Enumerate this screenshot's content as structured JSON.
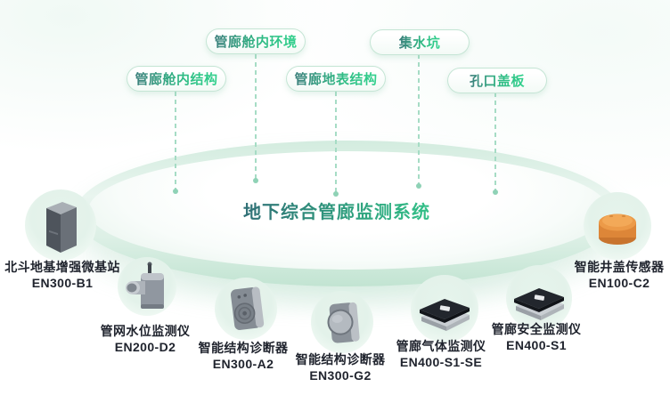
{
  "title": "地下综合管廊监测系统",
  "tags": [
    {
      "label": "管廊舱内环境"
    },
    {
      "label": "集水坑"
    },
    {
      "label": "管廊舱内结构"
    },
    {
      "label": "管廊地表结构"
    },
    {
      "label": "孔口盖板"
    }
  ],
  "devices": [
    {
      "name": "北斗地基增强微基站",
      "model": "EN300-B1",
      "icon": "beidou-base-station-icon"
    },
    {
      "name": "管网水位监测仪",
      "model": "EN200-D2",
      "icon": "water-level-monitor-icon"
    },
    {
      "name": "智能结构诊断器",
      "model": "EN300-A2",
      "icon": "structure-diagnoser-speaker-icon"
    },
    {
      "name": "智能结构诊断器",
      "model": "EN300-G2",
      "icon": "structure-diagnoser-disc-icon"
    },
    {
      "name": "管廊气体监测仪",
      "model": "EN400-S1-SE",
      "icon": "gas-monitor-icon"
    },
    {
      "name": "管廊安全监测仪",
      "model": "EN400-S1",
      "icon": "safety-monitor-icon"
    },
    {
      "name": "智能井盖传感器",
      "model": "EN100-C2",
      "icon": "manhole-cover-sensor-icon"
    }
  ],
  "colors": {
    "accent_green": "#2fcb8a",
    "accent_teal": "#305d73",
    "pill_border": "#bbe1ce",
    "dash_green": "#a6dcc5",
    "ring_green": "#cdeadd",
    "bubble_green": "#e4f3eb",
    "label_text": "#20242e",
    "device_orange": "#e18a3a",
    "device_gray": "#9aa1a8",
    "device_dark": "#23272d"
  }
}
